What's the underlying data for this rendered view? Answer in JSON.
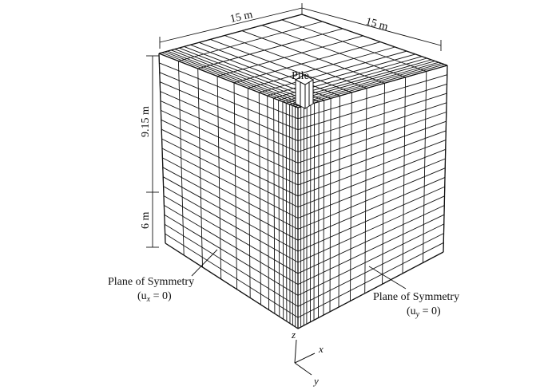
{
  "dimensions": {
    "top_left": "15 m",
    "top_right": "15 m",
    "height_upper": "9.15 m",
    "height_lower": "6 m"
  },
  "labels": {
    "pile": "Pile",
    "plane_left_title": "Plane of Symmetry",
    "plane_left_cond": "(u",
    "plane_left_sub": "x",
    "plane_left_end": " = 0)",
    "plane_right_title": "Plane of Symmetry",
    "plane_right_cond": "(u",
    "plane_right_sub": "y",
    "plane_right_end": " = 0)"
  },
  "axes": {
    "z": "z",
    "x": "x",
    "y": "y"
  },
  "colors": {
    "stroke": "#111111",
    "background": "#ffffff"
  }
}
